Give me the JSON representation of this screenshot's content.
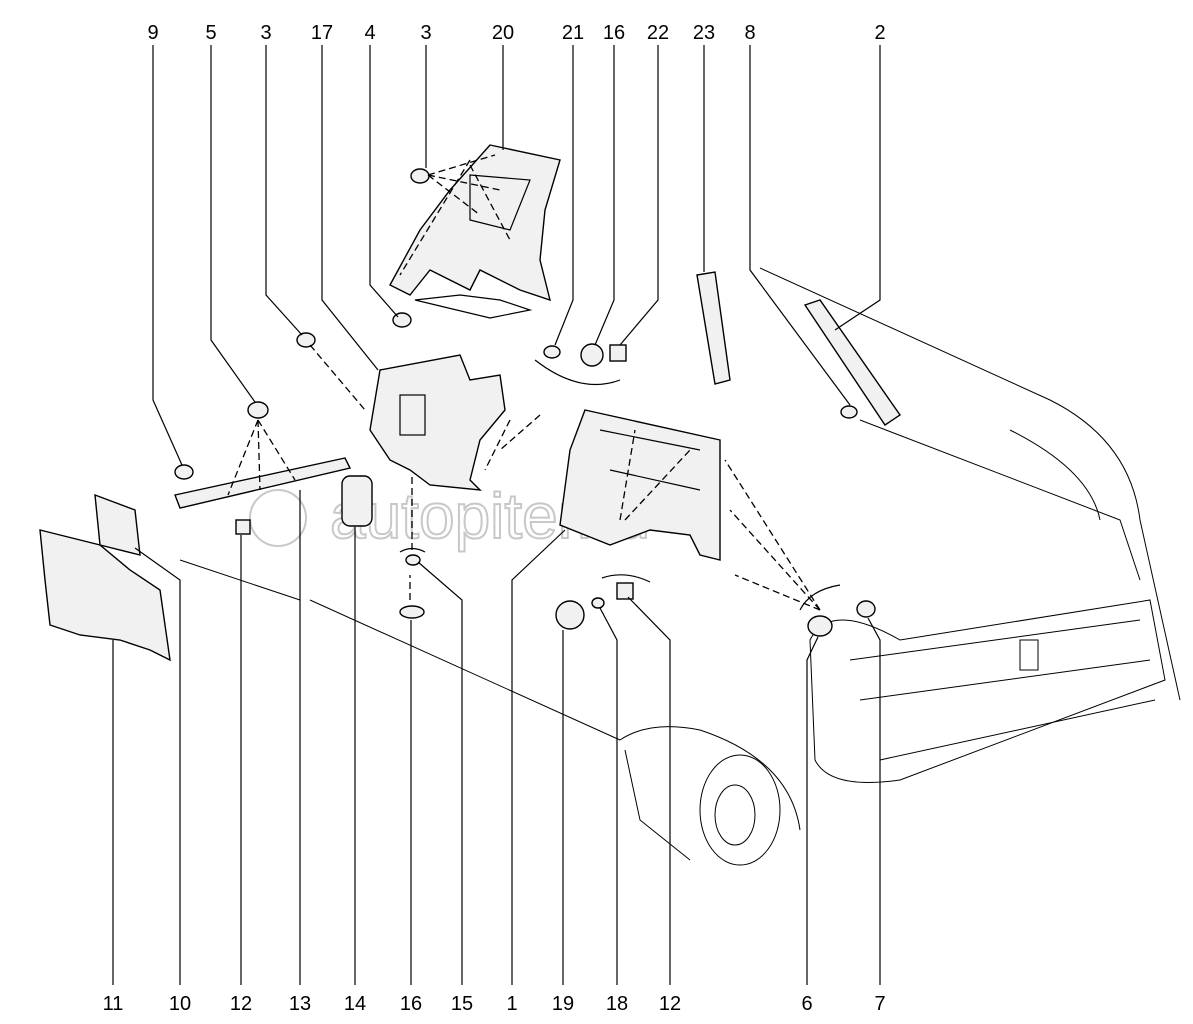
{
  "diagram": {
    "top_labels": [
      "9",
      "5",
      "3",
      "17",
      "4",
      "3",
      "20",
      "21",
      "16",
      "22",
      "23",
      "8",
      "2"
    ],
    "bottom_labels": [
      "11",
      "10",
      "12",
      "13",
      "14",
      "16",
      "15",
      "1",
      "19",
      "18",
      "12",
      "6",
      "7"
    ],
    "watermark": "autopiter.ru"
  }
}
